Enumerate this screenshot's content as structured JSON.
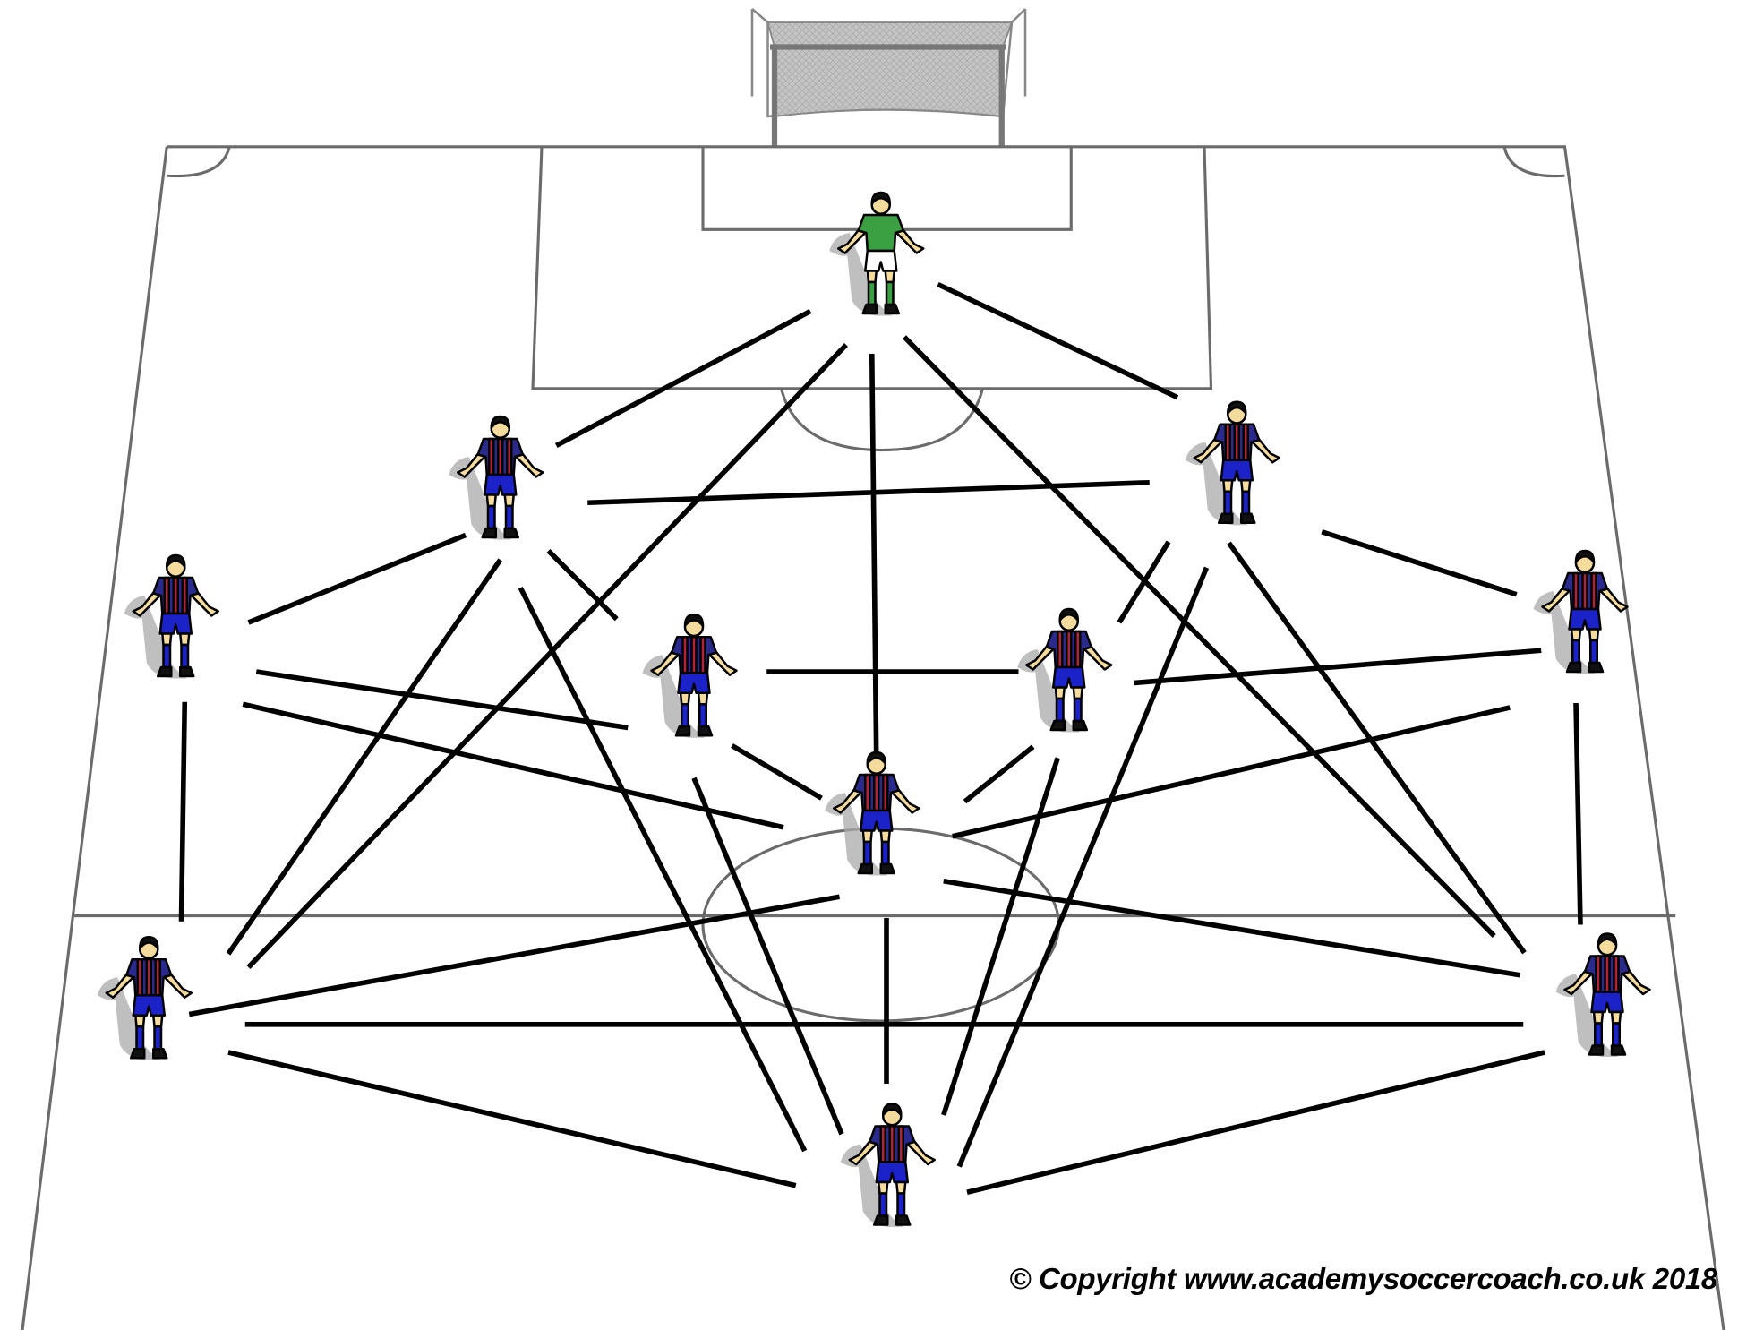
{
  "title": "Passing network diagram",
  "copyright": "© Copyright www.academysoccercoach.co.uk 2018",
  "colors": {
    "pitch_lines": "#6b6b6b",
    "pass_lines": "#000000",
    "outfield_shirt_a": "#b0243a",
    "outfield_shirt_b": "#2a2a8c",
    "outfield_shorts": "#1a22c8",
    "keeper_shirt": "#3aa041",
    "keeper_shorts": "#ffffff",
    "skin": "#f6dc9c",
    "goal_net": "#bdbdbd"
  },
  "players": [
    {
      "role": "goalkeeper",
      "kit": "keeper"
    },
    {
      "role": "left-centre-back",
      "kit": "outfield"
    },
    {
      "role": "right-centre-back",
      "kit": "outfield"
    },
    {
      "role": "left-back",
      "kit": "outfield"
    },
    {
      "role": "right-back",
      "kit": "outfield"
    },
    {
      "role": "left-central-midfielder",
      "kit": "outfield"
    },
    {
      "role": "right-central-midfielder",
      "kit": "outfield"
    },
    {
      "role": "attacking-midfielder",
      "kit": "outfield"
    },
    {
      "role": "left-winger",
      "kit": "outfield"
    },
    {
      "role": "right-winger",
      "kit": "outfield"
    },
    {
      "role": "striker",
      "kit": "outfield"
    }
  ]
}
